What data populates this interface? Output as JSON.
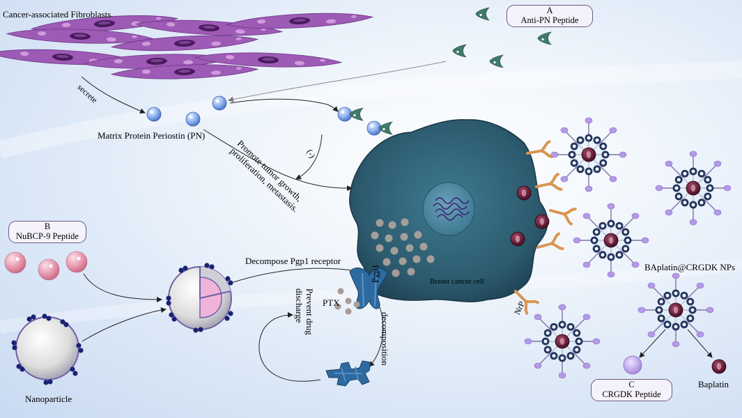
{
  "labels": {
    "fibroblasts": "Cancer-associated Fibroblasts",
    "box_a_letter": "A",
    "box_a_name": "Anti-PN Peptide",
    "secrete": "secrete",
    "periostin": "Matrix Protein Periostin (PN)",
    "inhibit": "(-)",
    "promote_line1": "Promote tumor growth,",
    "promote_line2": "proliferation, metastasis.",
    "box_b_letter": "B",
    "box_b_name": "NuBCP-9 Peptide",
    "nanoparticle": "Nanoparticle",
    "decompose_pgp1": "Decompose Pgp1 receptor",
    "ptx": "PTX",
    "pgp1": "Pgp1",
    "prevent_line1": "Prevent drug",
    "prevent_line2": "discharge",
    "decomposition": "decomposition",
    "breast_cancer_cell": "Breast cancer cell",
    "nrp": "NrP",
    "baplatin_nps": "BAplatin@CRGDK NPs",
    "box_c_letter": "C",
    "box_c_name": "CRGDK Peptide",
    "baplatin": "Baplatin"
  },
  "colors": {
    "fibroblast": "#9d5bb5",
    "periostin": "#7aa0e6",
    "anti_pn": "#3f7a6a",
    "nubcp9": "#e08aa0",
    "np_dots": "#1a2273",
    "cell": "#2f5f73",
    "pgp1": "#2d6aa0",
    "receptor": "#d99552",
    "baplatin": "#5a1229",
    "crgdk": "#b49ae6"
  }
}
